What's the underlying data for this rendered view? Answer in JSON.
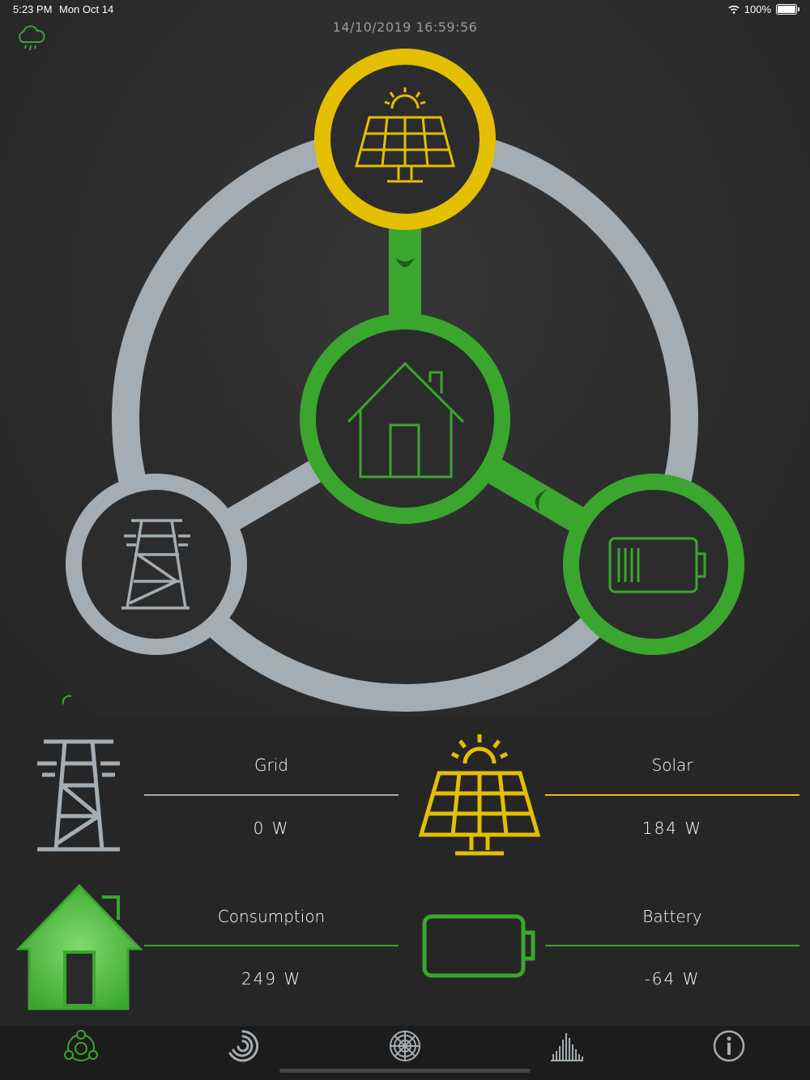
{
  "status_bar": {
    "time": "5:23 PM",
    "date": "Mon Oct 14",
    "battery": "100%"
  },
  "timestamp": "14/10/2019 16:59:56",
  "colors": {
    "solar": "#e4bf00",
    "green": "#3aa62e",
    "grid": "#a4adb3",
    "background": "#2a2a2a"
  },
  "metrics": {
    "grid": {
      "label": "Grid",
      "value": "0  W"
    },
    "solar": {
      "label": "Solar",
      "value": "184  W"
    },
    "consumption": {
      "label": "Consumption",
      "value": "249  W"
    },
    "battery": {
      "label": "Battery",
      "value": "-64  W"
    }
  },
  "tabs": [
    {
      "icon": "energy-flow-icon",
      "active": true
    },
    {
      "icon": "gauge-icon",
      "active": false
    },
    {
      "icon": "dial-icon",
      "active": false
    },
    {
      "icon": "chart-icon",
      "active": false
    },
    {
      "icon": "info-icon",
      "active": false
    }
  ]
}
